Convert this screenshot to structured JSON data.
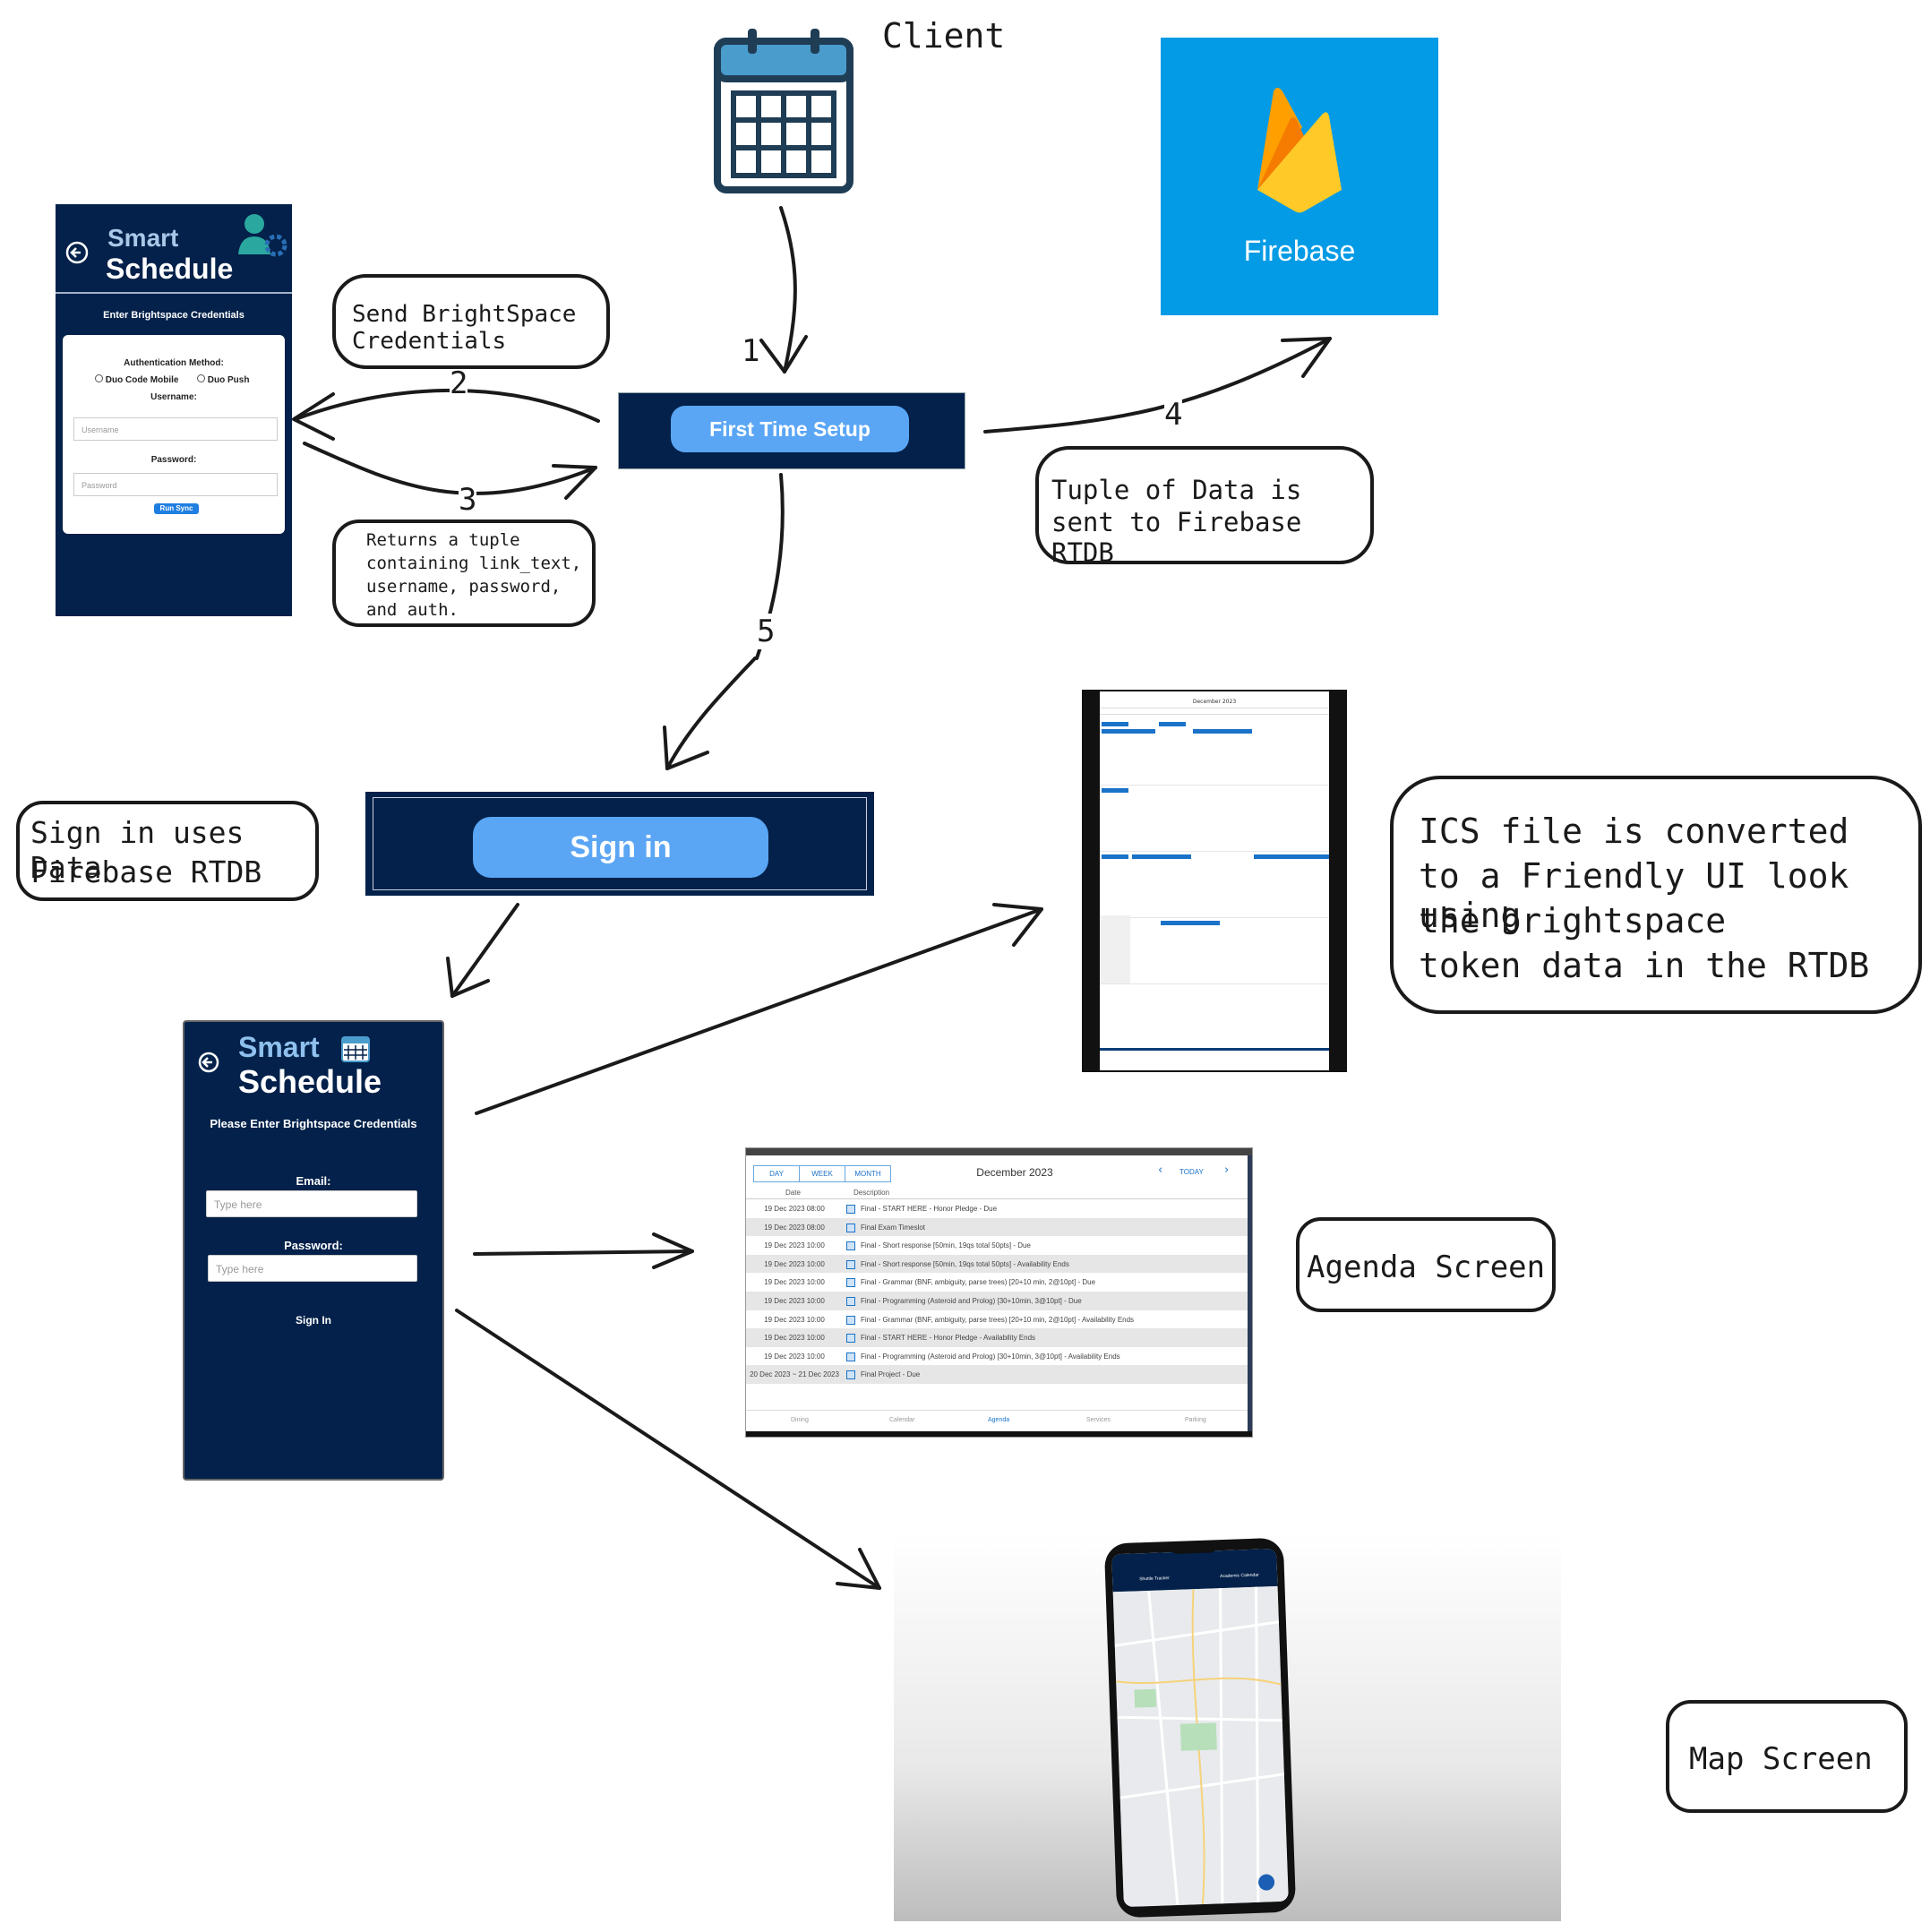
{
  "client": {
    "label": "Client"
  },
  "firebase": {
    "label": "Firebase",
    "bg": "#039be5"
  },
  "steps": {
    "s1": "1",
    "s2": "2",
    "s3": "3",
    "s4": "4",
    "s5": "5"
  },
  "notes": {
    "send_credentials": [
      "Send BrightSpace",
      "Credentials"
    ],
    "returns_tuple": [
      "Returns a tuple",
      "containing link_text,",
      "username, password,",
      "and auth."
    ],
    "tuple_sent": [
      "Tuple of Data is",
      "sent to Firebase RTDB"
    ],
    "signin_uses": [
      "Sign in uses Data",
      "Firebase RTDB"
    ],
    "ics_converted": [
      "ICS file is converted",
      "to a Friendly UI look using",
      "the brightspace",
      "token data in the RTDB"
    ],
    "agenda_screen": "Agenda Screen",
    "map_screen": "Map Screen"
  },
  "first_time_setup": {
    "button": "First Time Setup"
  },
  "sign_in_panel": {
    "button": "Sign in"
  },
  "credentials_screen": {
    "brand_line1": "Smart",
    "brand_line2": "Schedule",
    "heading": "Enter Brightspace Credentials",
    "auth_method_label": "Authentication Method:",
    "option_1": "Duo Code Mobile",
    "option_2": "Duo Push",
    "username_label": "Username:",
    "username_placeholder": "Username",
    "password_label": "Password:",
    "password_placeholder": "Password",
    "run_button": "Run Sync"
  },
  "signin_screen": {
    "brand_line1": "Smart",
    "brand_line2": "Schedule",
    "heading": "Please Enter Brightspace Credentials",
    "email_label": "Email:",
    "email_placeholder": "Type here",
    "password_label": "Password:",
    "password_placeholder": "Type here",
    "signin_button": "Sign In"
  },
  "calendar_screen": {
    "month_title": "December 2023"
  },
  "agenda": {
    "tabs": [
      "DAY",
      "WEEK",
      "MONTH"
    ],
    "title": "December 2023",
    "today": "TODAY",
    "columns": [
      "Date",
      "Description"
    ],
    "rows": [
      {
        "date": "19 Dec 2023 08:00",
        "desc": "Final - START HERE - Honor Pledge - Due"
      },
      {
        "date": "19 Dec 2023 08:00",
        "desc": "Final Exam Timeslot"
      },
      {
        "date": "19 Dec 2023 10:00",
        "desc": "Final - Short response [50min, 19qs total 50pts] - Due"
      },
      {
        "date": "19 Dec 2023 10:00",
        "desc": "Final - Short response [50min, 19qs total 50pts] - Availability Ends"
      },
      {
        "date": "19 Dec 2023 10:00",
        "desc": "Final - Grammar (BNF, ambiguity, parse trees) [20+10 min, 2@10pt] - Due"
      },
      {
        "date": "19 Dec 2023 10:00",
        "desc": "Final - Programming (Asteroid and Prolog) [30+10min, 3@10pt] - Due"
      },
      {
        "date": "19 Dec 2023 10:00",
        "desc": "Final - Grammar (BNF, ambiguity, parse trees) [20+10 min, 2@10pt] - Availability Ends"
      },
      {
        "date": "19 Dec 2023 10:00",
        "desc": "Final - START HERE - Honor Pledge - Availability Ends"
      },
      {
        "date": "19 Dec 2023 10:00",
        "desc": "Final - Programming (Asteroid and Prolog) [30+10min, 3@10pt] - Availability Ends"
      },
      {
        "date": "20 Dec 2023 ~ 21 Dec 2023",
        "desc": "Final Project - Due"
      }
    ],
    "bottom_nav": [
      "Dining",
      "Calendar",
      "Agenda",
      "Services",
      "Parking"
    ]
  },
  "map_screen": {
    "tabs": [
      "Shuttle Tracker",
      "Academic Calendar"
    ]
  }
}
